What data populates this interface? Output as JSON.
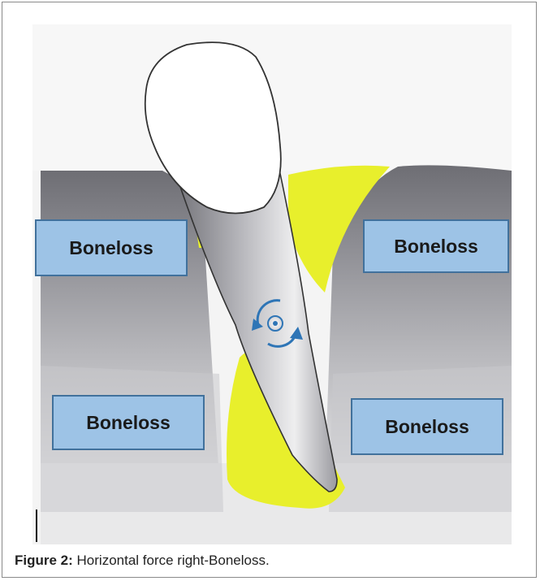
{
  "labels": {
    "upper_left": "Boneloss",
    "upper_right": "Boneloss",
    "lower_left": "Boneloss",
    "lower_right": "Boneloss"
  },
  "caption": {
    "prefix": "Figure 2:",
    "text": " Horizontal force right-Boneloss."
  },
  "colors": {
    "label_fill": "#9dc3e6",
    "label_border": "#41719c",
    "boneloss_yellow": "#e8ef2c",
    "rotation_arrow": "#2e75b6"
  },
  "icons": [
    "rotation-arrows-icon",
    "center-of-rotation-icon"
  ]
}
